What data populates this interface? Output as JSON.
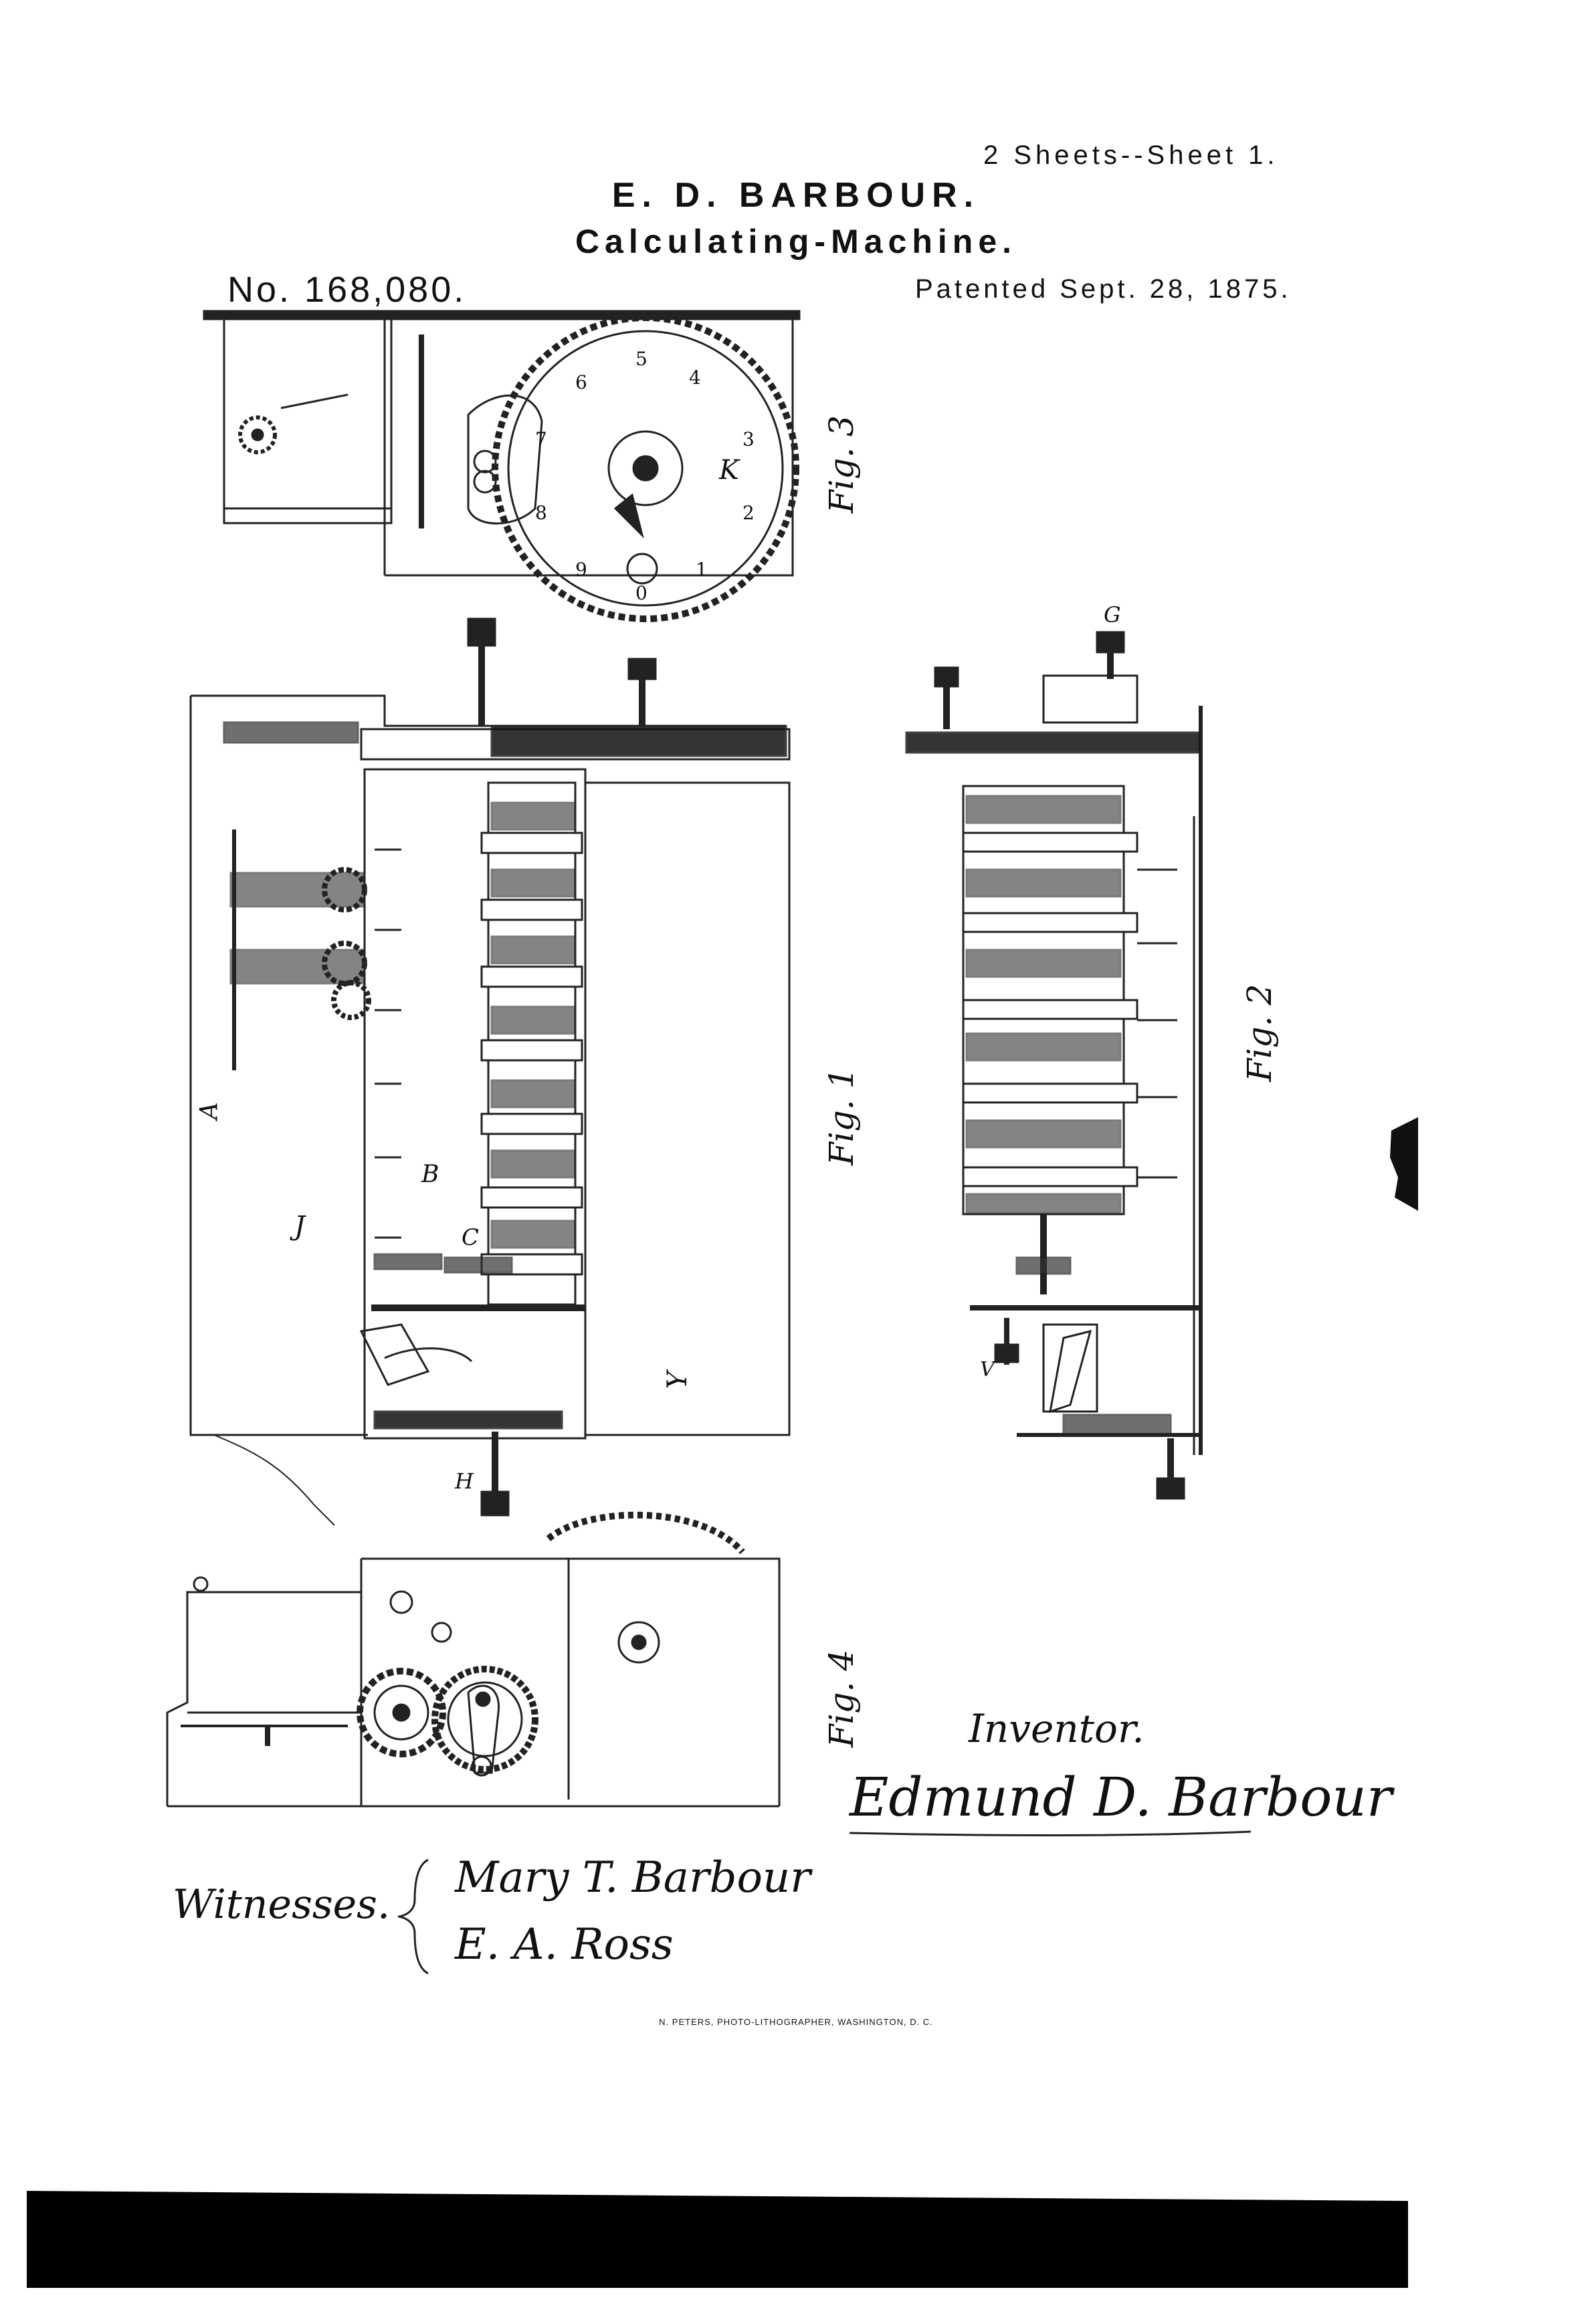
{
  "header": {
    "sheet": "2 Sheets--Sheet 1.",
    "inventor_name": "E. D. BARBOUR.",
    "title": "Calculating-Machine.",
    "patent_number": "No. 168,080.",
    "patent_date": "Patented Sept. 28, 1875."
  },
  "figures": {
    "fig1": "Fig. 1",
    "fig2": "Fig. 2",
    "fig3": "Fig. 3",
    "fig4": "Fig. 4"
  },
  "signatures": {
    "inventor_label": "Inventor.",
    "inventor_signature": "Edmund D. Barbour",
    "witnesses_label": "Witnesses.",
    "witness_1": "Mary T. Barbour",
    "witness_2": "E. A. Ross"
  },
  "imprint": "N. PETERS, PHOTO-LITHOGRAPHER, WASHINGTON, D. C.",
  "dial_digits": [
    "0",
    "1",
    "2",
    "3",
    "4",
    "5",
    "6",
    "7",
    "8",
    "9"
  ],
  "part_letters": [
    "A",
    "B",
    "C",
    "J",
    "K",
    "Y",
    "H",
    "G",
    "V"
  ]
}
